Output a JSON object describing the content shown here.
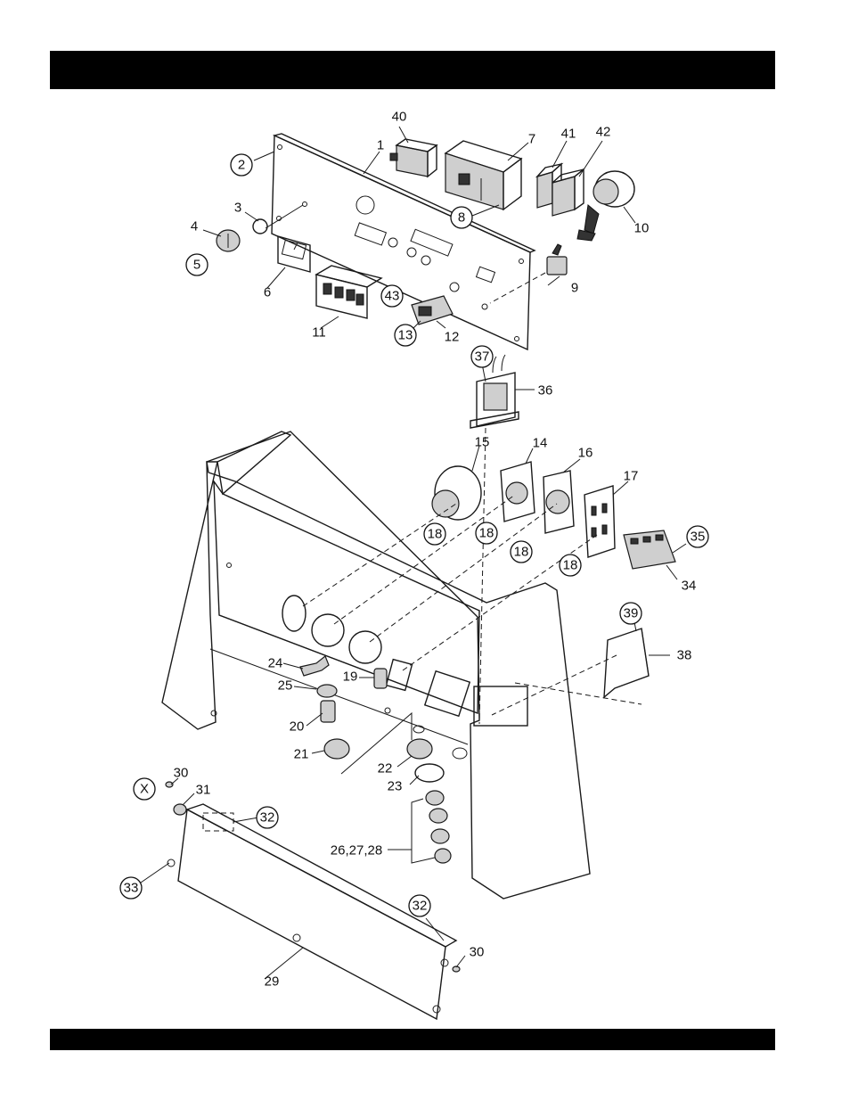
{
  "header": {
    "title": ""
  },
  "footer": {
    "text": ""
  },
  "labels": {
    "l1": "1",
    "l2": "2",
    "l3": "3",
    "l4": "4",
    "l5": "5",
    "l6": "6",
    "l7": "7",
    "l8": "8",
    "l9": "9",
    "l10": "10",
    "l11": "11",
    "l12": "12",
    "l13": "13",
    "l14": "14",
    "l15": "15",
    "l16": "16",
    "l17": "17",
    "l18a": "18",
    "l18b": "18",
    "l18c": "18",
    "l18d": "18",
    "l19": "19",
    "l20": "20",
    "l21": "21",
    "l22": "22",
    "l23": "23",
    "l24": "24",
    "l25": "25",
    "l26": "26,27,28",
    "l29": "29",
    "l30a": "30",
    "l30b": "30",
    "l31": "31",
    "l32a": "32",
    "l32b": "32",
    "l33": "33",
    "l34": "34",
    "l35": "35",
    "l36": "36",
    "l37": "37",
    "l38": "38",
    "l39": "39",
    "l40": "40",
    "l41": "41",
    "l42": "42",
    "l43": "43",
    "lx": "X"
  }
}
